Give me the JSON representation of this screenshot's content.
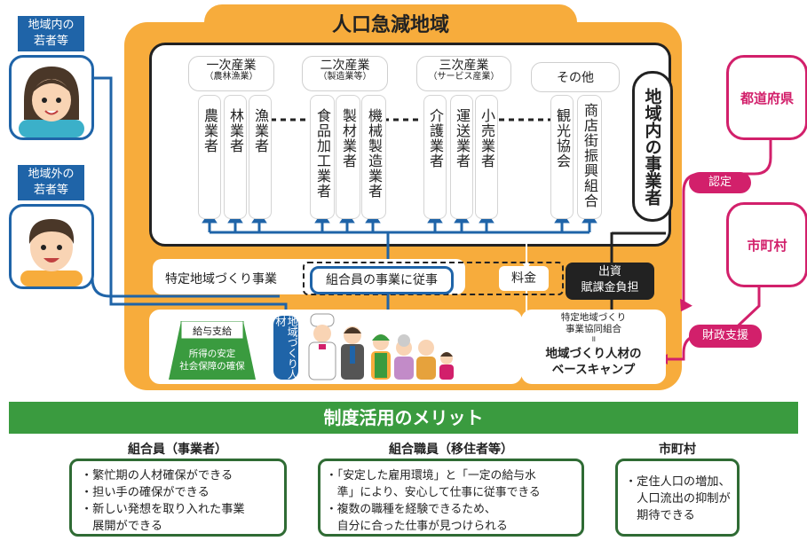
{
  "title": "人口急減地域",
  "categories": [
    {
      "main": "一次産業",
      "sub": "（農林漁業）"
    },
    {
      "main": "二次産業",
      "sub": "（製造業等）"
    },
    {
      "main": "三次産業",
      "sub": "（サービス産業）"
    },
    {
      "main": "その他",
      "sub": ""
    }
  ],
  "businesses": [
    "農業者",
    "林業者",
    "漁業者",
    "食品加工業者",
    "製材業者",
    "機械製造業者",
    "介護業者",
    "運送業者",
    "小売業者",
    "観光協会",
    "商店街振興組合"
  ],
  "regional_businesses": "地域内の事業者",
  "project_label": "特定地域づくり事業",
  "member_work": "組合員の事業に従事",
  "fee": "料金",
  "investment": {
    "line1": "出資",
    "line2": "賦課金負担"
  },
  "salary": {
    "label": "給与支給",
    "line1": "所得の安定",
    "line2": "社会保障の確保"
  },
  "jinzai_label": "地域づくり人材",
  "base": {
    "line1": "特定地域づくり",
    "line2": "事業協同組合",
    "line3": "॥",
    "line4": "地域づくり人材の",
    "line5": "ベースキャンプ"
  },
  "people": {
    "inside": "地域内の若者等",
    "outside": "地域外の若者等"
  },
  "government": {
    "prefecture": "都道府県",
    "municipality": "市町村",
    "certify": "認定",
    "support": "財政支援"
  },
  "merit": {
    "title": "制度活用のメリット",
    "groups": [
      {
        "head": "組合員（事業者）",
        "items": [
          "・繁忙期の人材確保ができる",
          "・担い手の確保ができる",
          "・新しい発想を取り入れた事業",
          "　展開ができる"
        ]
      },
      {
        "head": "組合職員（移住者等）",
        "items": [
          "・「安定した雇用環境」と「一定の給与水",
          "　準」により、安心して仕事に従事できる",
          "・複数の職種を経験できるため、",
          "　自分に合った仕事が見つけられる"
        ]
      },
      {
        "head": "市町村",
        "items": [
          "・定住人口の増加、",
          "　人口流出の抑制が",
          "　期待できる"
        ]
      }
    ]
  },
  "colors": {
    "orange": "#f7ac3c",
    "blue": "#1f64a8",
    "pink": "#d2206b",
    "green": "#3a9b3f"
  }
}
